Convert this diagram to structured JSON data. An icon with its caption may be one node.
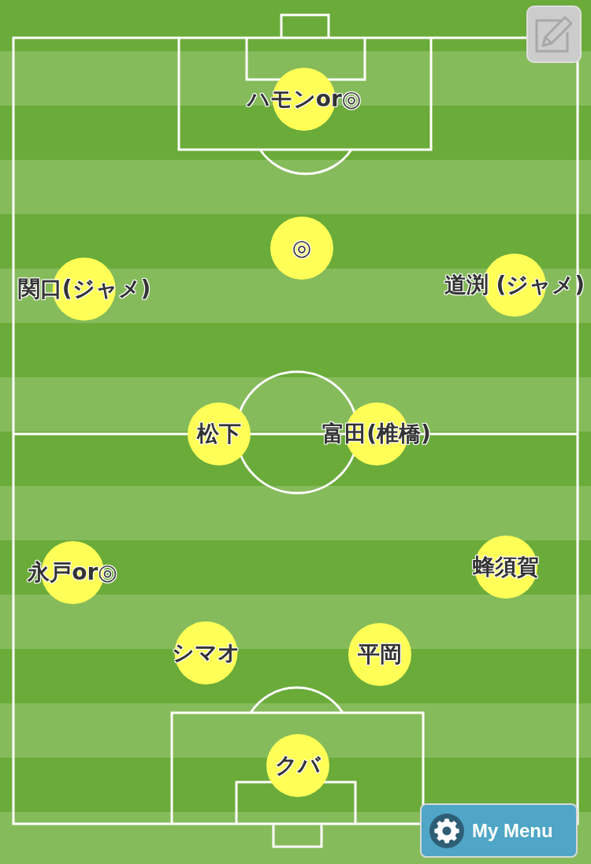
{
  "diagram": {
    "nodes": [
      {
        "text": [
          "ハモンor◎"
        ]
      },
      {
        "text": [
          "◎"
        ]
      },
      {
        "text": [
          "関口(ジャメ)"
        ]
      },
      {
        "text": [
          "道渕 (ジャメ)"
        ]
      },
      {
        "text": [
          "松下"
        ]
      },
      {
        "text": [
          "富田(椎橋)"
        ]
      },
      {
        "text": [
          "永戸or◎"
        ]
      },
      {
        "text": [
          "蜂須賀"
        ]
      },
      {
        "text": [
          "シマオ"
        ]
      },
      {
        "text": [
          "平岡"
        ]
      },
      {
        "text": [
          "クバ"
        ]
      }
    ],
    "labels": [
      "My Menu"
    ]
  }
}
